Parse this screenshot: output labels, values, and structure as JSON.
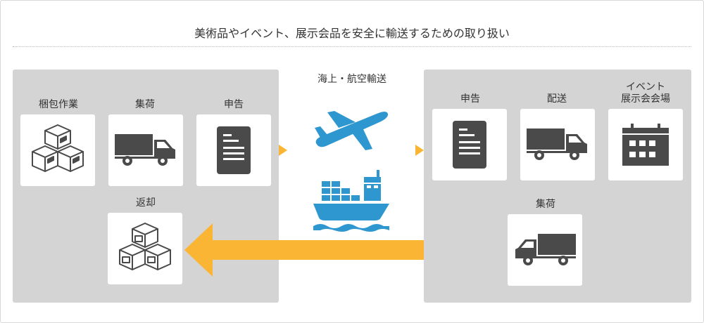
{
  "title": "美術品やイベント、展示会品を安全に輸送するための取り扱い",
  "transport_label": "海上・航空輸送",
  "left_steps": [
    {
      "label": "梱包作業",
      "icon": "boxes-icon"
    },
    {
      "label": "集荷",
      "icon": "truck-icon"
    },
    {
      "label": "申告",
      "icon": "document-icon"
    },
    {
      "label": "返却",
      "icon": "boxes-outline-icon"
    }
  ],
  "right_steps": [
    {
      "label": "申告",
      "icon": "document-icon"
    },
    {
      "label": "配送",
      "icon": "truck-icon"
    },
    {
      "label": "イベント\n展示会会場",
      "icon": "calendar-icon"
    },
    {
      "label": "集荷",
      "icon": "truck-left-icon"
    }
  ],
  "colors": {
    "panel": "#d4d4d4",
    "icon_dark": "#4a4a4a",
    "transport_blue": "#2f97cf",
    "arrow_orange": "#fbb535"
  }
}
